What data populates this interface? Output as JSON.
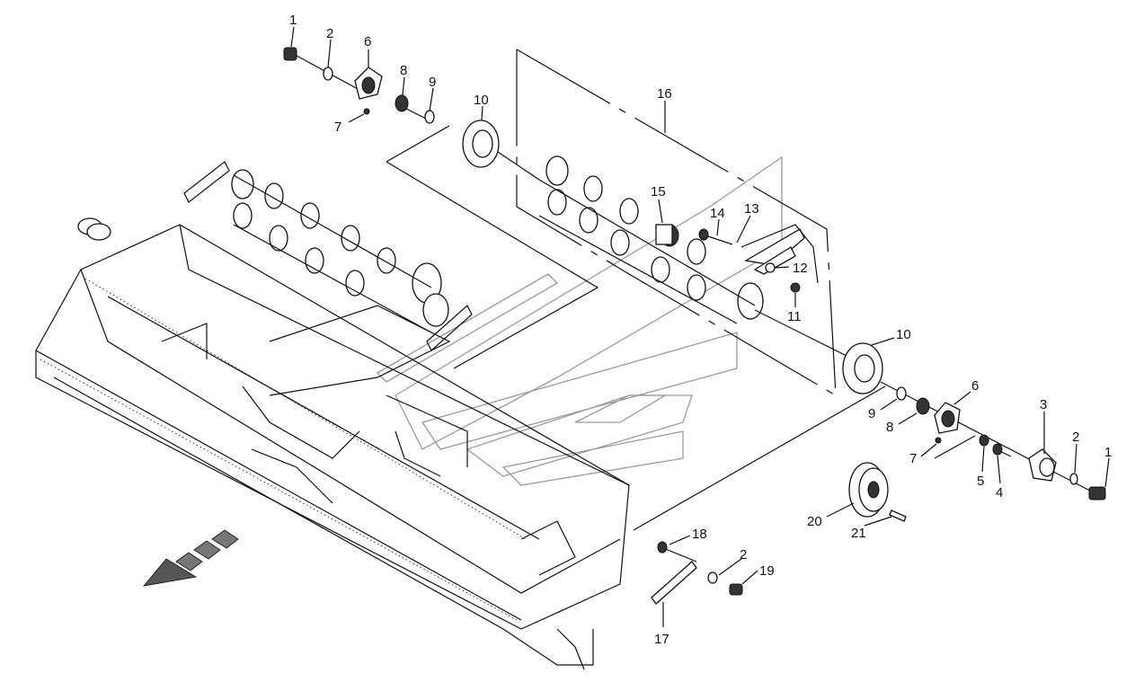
{
  "callouts": [
    {
      "id": "c1a",
      "text": "1"
    },
    {
      "id": "c2a",
      "text": "2"
    },
    {
      "id": "c6a",
      "text": "6"
    },
    {
      "id": "c8a",
      "text": "8"
    },
    {
      "id": "c9a",
      "text": "9"
    },
    {
      "id": "c10a",
      "text": "10"
    },
    {
      "id": "c7a",
      "text": "7"
    },
    {
      "id": "c16",
      "text": "16"
    },
    {
      "id": "c15",
      "text": "15"
    },
    {
      "id": "c14",
      "text": "14"
    },
    {
      "id": "c13",
      "text": "13"
    },
    {
      "id": "c12",
      "text": "12"
    },
    {
      "id": "c11",
      "text": "11"
    },
    {
      "id": "c10b",
      "text": "10"
    },
    {
      "id": "c6b",
      "text": "6"
    },
    {
      "id": "c9b",
      "text": "9"
    },
    {
      "id": "c8b",
      "text": "8"
    },
    {
      "id": "c7b",
      "text": "7"
    },
    {
      "id": "c3",
      "text": "3"
    },
    {
      "id": "c2b",
      "text": "2"
    },
    {
      "id": "c1b",
      "text": "1"
    },
    {
      "id": "c5",
      "text": "5"
    },
    {
      "id": "c4",
      "text": "4"
    },
    {
      "id": "c20",
      "text": "20"
    },
    {
      "id": "c21",
      "text": "21"
    },
    {
      "id": "c18",
      "text": "18"
    },
    {
      "id": "c2c",
      "text": "2"
    },
    {
      "id": "c19",
      "text": "19"
    },
    {
      "id": "c17",
      "text": "17"
    }
  ],
  "colors": {
    "ink": "#111111",
    "watermark": "#9a9a9a",
    "arrow_fill": "#555555"
  }
}
